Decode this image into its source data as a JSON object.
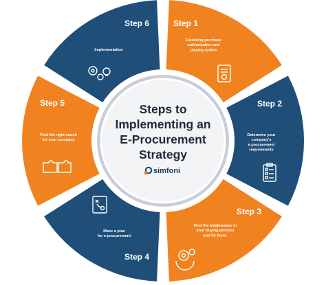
{
  "center": {
    "title_lines": [
      "Steps to",
      "Implementing an",
      "E-Procurement",
      "Strategy"
    ],
    "brand": "simfoni"
  },
  "colors": {
    "orange": "#f0831f",
    "blue": "#1f4e79",
    "ring": "#d9dde3",
    "center_fill": "#f3f4f6",
    "title": "#1e2a3a"
  },
  "steps": [
    {
      "label": "Step 1",
      "desc": [
        "Finalizing purchase",
        "authorization and",
        "placing orders"
      ],
      "color": "orange",
      "icon": "invoice-document-icon"
    },
    {
      "label": "Step 2",
      "desc": [
        "Determine your",
        "company's",
        "e-procurement",
        "requirements"
      ],
      "color": "blue",
      "icon": "checklist-clipboard-icon"
    },
    {
      "label": "Step 3",
      "desc": [
        "Find the weaknesses in",
        "your buying process",
        "and fix them."
      ],
      "color": "orange",
      "icon": "gears-cycle-icon"
    },
    {
      "label": "Step 4",
      "desc": [
        "Make a plan",
        "for e-procurement"
      ],
      "color": "blue",
      "icon": "strategy-plan-icon"
    },
    {
      "label": "Step 5",
      "desc": [
        "Find the right match",
        "for your company"
      ],
      "color": "orange",
      "icon": "puzzle-pieces-icon"
    },
    {
      "label": "Step 6",
      "desc": [
        "Implementation"
      ],
      "color": "blue",
      "icon": "gears-lightbulb-icon"
    }
  ]
}
